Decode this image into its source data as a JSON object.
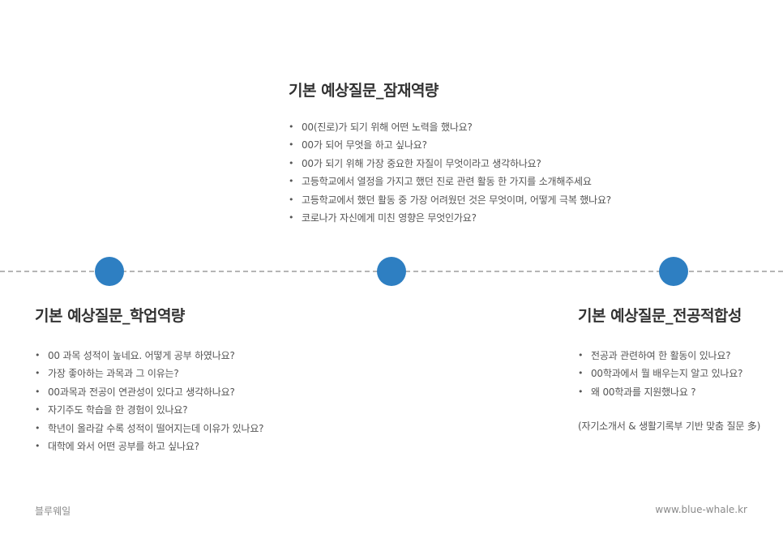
{
  "top_section": {
    "title": "기본 예상질문_잠재역량",
    "items": [
      "00(진로)가 되기 위해 어떤 노력을 했나요?",
      "00가 되어 무엇을 하고 싶나요?",
      "00가 되기 위해 가장 중요한 자질이 무엇이라고 생각하나요?",
      "고등학교에서 열정을 가지고 했던 진로 관련 활동 한 가지를 소개해주세요",
      "고등학교에서 했던 활동 중 가장 어려웠던 것은 무엇이며, 어떻게 극복 했나요?",
      "코로나가 자신에게 미친 영향은 무엇인가요?"
    ]
  },
  "left_section": {
    "title": "기본 예상질문_학업역량",
    "items": [
      "00 과목 성적이 높네요. 어떻게 공부 하였나요?",
      "가장 좋아하는 과목과 그 이유는?",
      "00과목과 전공이 연관성이 있다고 생각하나요?",
      "자기주도 학습을 한 경험이 있나요?",
      "학년이 올라갈 수록 성적이 떨어지는데 이유가 있나요?",
      "대학에 와서 어떤 공부를 하고 싶나요?"
    ]
  },
  "right_section": {
    "title": "기본 예상질문_전공적합성",
    "items": [
      "전공과 관련하여 한 활동이 있나요?",
      "00학과에서 뭘 배우는지 알고 있나요?",
      "왜 00학과를 지원했나요 ?"
    ],
    "note": "(자기소개서 & 생활기록부 기반 맞춤 질문 多)"
  },
  "footer": {
    "brand": "블루웨일",
    "url": "www.blue-whale.kr"
  },
  "colors": {
    "accent": "#2e7fc2",
    "timeline": "#b5b5b5"
  }
}
